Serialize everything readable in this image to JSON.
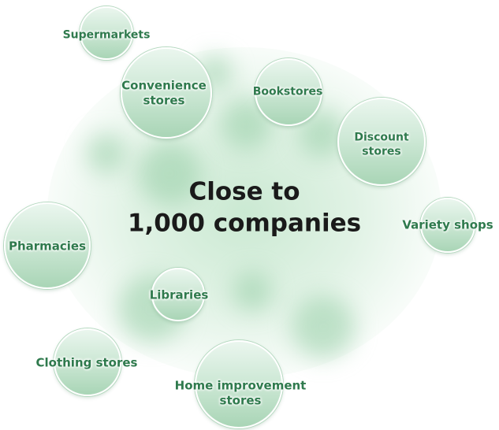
{
  "title": {
    "line1": "Close to",
    "line2": "1,000 companies"
  },
  "categories": [
    {
      "id": "supermarkets",
      "label": "Supermarkets"
    },
    {
      "id": "convenience",
      "label_lines": [
        "Convenience",
        "stores"
      ]
    },
    {
      "id": "bookstores",
      "label": "Bookstores"
    },
    {
      "id": "discount",
      "label_lines": [
        "Discount",
        "stores"
      ]
    },
    {
      "id": "variety",
      "label": "Variety shops"
    },
    {
      "id": "pharmacies",
      "label": "Pharmacies"
    },
    {
      "id": "libraries",
      "label": "Libraries"
    },
    {
      "id": "clothing",
      "label": "Clothing stores"
    },
    {
      "id": "home_improvement",
      "label_lines": [
        "Home improvement",
        "stores"
      ]
    }
  ],
  "colors": {
    "label_text": "#2f7a4d",
    "title_text": "#1a1a1a",
    "bubble_light": "#eaf6ee",
    "bubble_dark": "#a9d5b6"
  }
}
